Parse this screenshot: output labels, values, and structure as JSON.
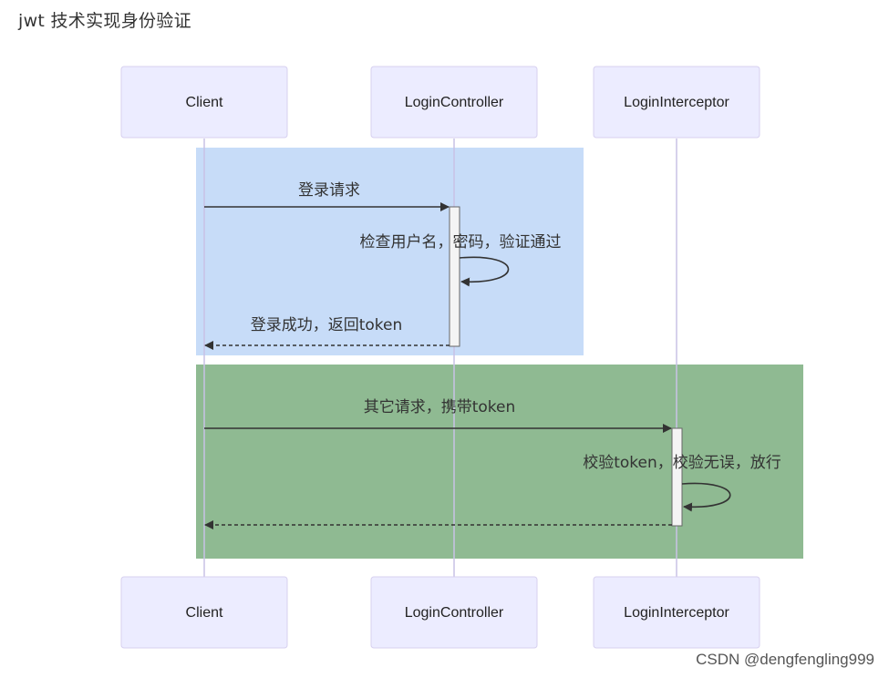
{
  "title": "jwt 技术实现身份验证",
  "participants": [
    "Client",
    "LoginController",
    "LoginInterceptor"
  ],
  "messages": {
    "login_request": "登录请求",
    "check_credentials": "检查用户名，密码，验证通过",
    "login_success": "登录成功，返回token",
    "other_request": "其它请求，携带token",
    "validate_token": "校验token，校验无误，放行"
  },
  "colors": {
    "block1": "#c7dcf8",
    "block2": "#8fba92",
    "actor_fill": "#ececff",
    "lifeline": "#c8c2e6"
  },
  "watermark": "CSDN @dengfengling999"
}
